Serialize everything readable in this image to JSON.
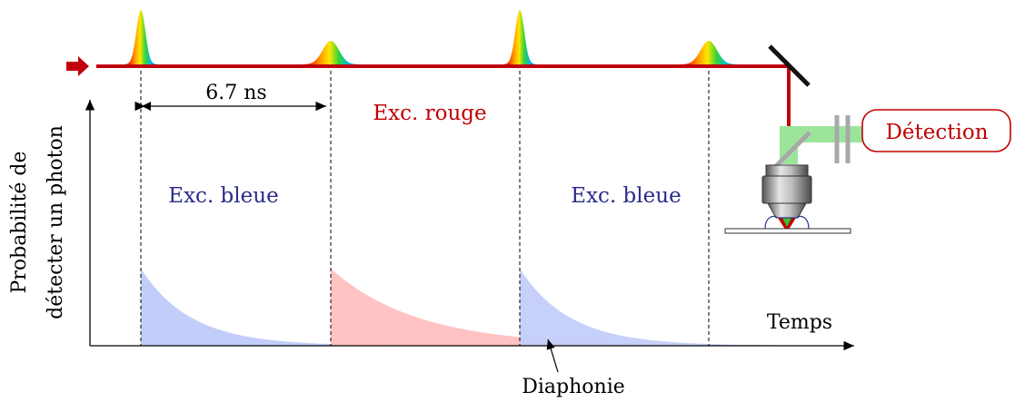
{
  "labels": {
    "delay": "6.7 ns",
    "red_excitation": "Exc. rouge",
    "blue_excitation_1": "Exc. bleue",
    "blue_excitation_2": "Exc. bleue",
    "detection": "Détection",
    "x_axis": "Temps",
    "y_axis_line1": "Probabilité de",
    "y_axis_line2": "détecter un photon",
    "crosstalk": "Diaphonie"
  },
  "colors": {
    "beam": "#c0000e",
    "blue_decay": "#c3cdf9",
    "red_decay": "#ffc0c0",
    "blue_text": "#2b2b8a",
    "red_text": "#c00000",
    "detection_path": "#9be59b",
    "optics_gray": "#999999"
  },
  "icons": {
    "input_arrow": "red-arrow-icon",
    "mirror": "mirror-icon",
    "dichroic": "dichroic-mirror-icon",
    "filters": "filter-icon",
    "objective": "objective-icon",
    "sample": "sample-slide-icon"
  },
  "chart_data": {
    "type": "area",
    "pulse_period_ns": 6.7,
    "sequence": [
      "blue",
      "red",
      "blue",
      "red"
    ],
    "series": [
      {
        "name": "Exc. bleue",
        "color": "blue"
      },
      {
        "name": "Exc. rouge",
        "color": "red"
      },
      {
        "name": "Exc. bleue",
        "color": "blue"
      }
    ],
    "xlabel": "Temps",
    "ylabel": "Probabilité de détecter un photon",
    "annotations": [
      "6.7 ns",
      "Diaphonie"
    ]
  }
}
